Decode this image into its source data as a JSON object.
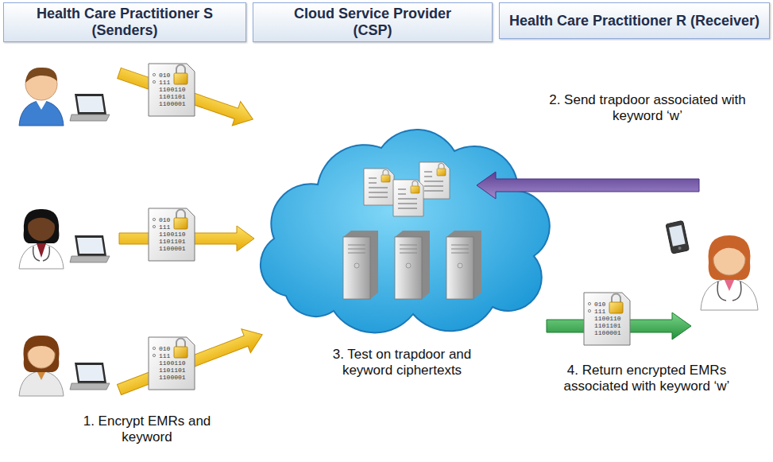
{
  "diagram": {
    "nodes": [
      {
        "text": [
          "Health Care Practitioner S (Senders)"
        ]
      },
      {
        "text": [
          "Cloud Service Provider (CSP)"
        ]
      },
      {
        "text": [
          "Health Care Practitioner R (Receiver)"
        ]
      }
    ],
    "labels": [
      "2. Send trapdoor associated with keyword ‘w’",
      "010",
      "111",
      "1100110",
      "1101101",
      "1100001",
      "010",
      "111",
      "1100110",
      "1101101",
      "1100001",
      "010",
      "111",
      "1100110",
      "1101101",
      "1100001",
      "010",
      "111",
      "1100110",
      "1101101",
      "1100001",
      "3. Test on trapdoor and keyword ciphertexts",
      "4. Return encrypted EMRs associated with keyword ‘w’",
      "1. Encrypt EMRs and keyword"
    ]
  }
}
